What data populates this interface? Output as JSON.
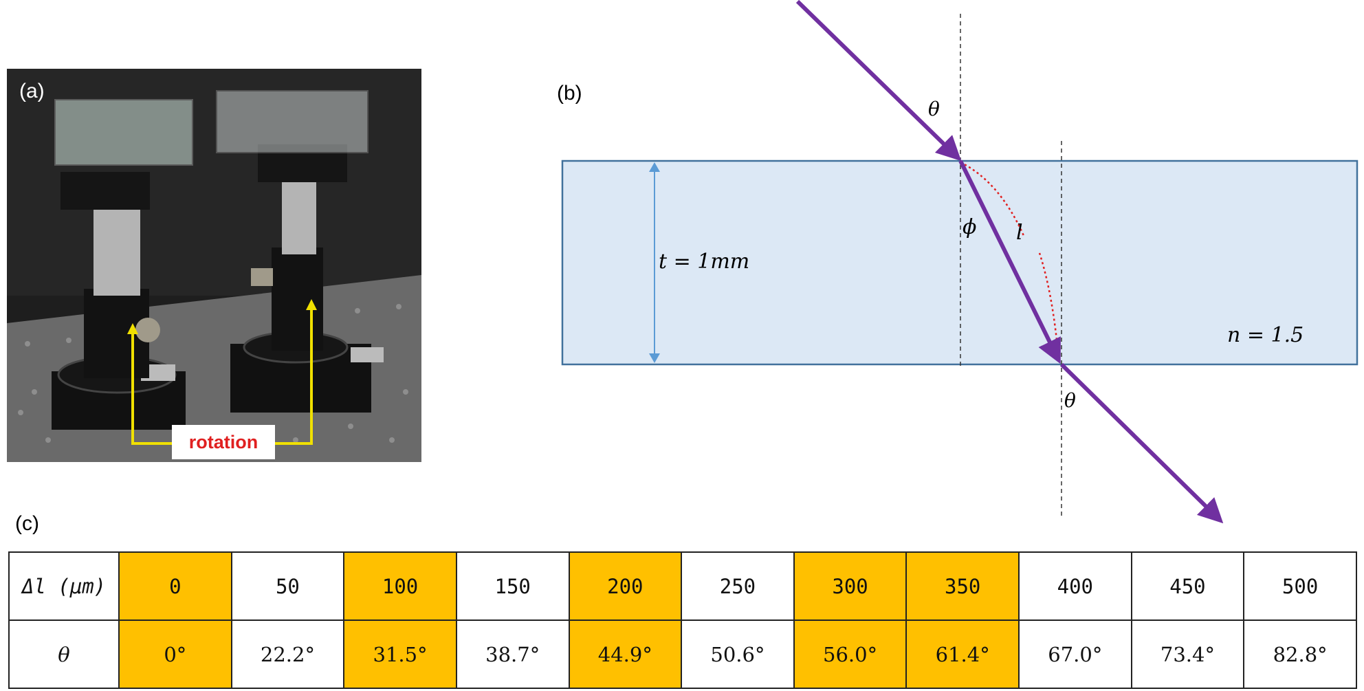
{
  "panels": {
    "a": {
      "label": "(a)",
      "annotation": "rotation"
    },
    "b": {
      "label": "(b)",
      "theta_in": "θ",
      "phi": "ϕ",
      "path": "l",
      "thickness": "t = 1mm",
      "index": "n = 1.5",
      "theta_out": "θ"
    },
    "c": {
      "label": "(c)"
    }
  },
  "table": {
    "row1_header": "Δl (μm)",
    "row2_header": "θ",
    "row1": [
      "0",
      "50",
      "100",
      "150",
      "200",
      "250",
      "300",
      "350",
      "400",
      "450",
      "500"
    ],
    "row2": [
      "0°",
      "22.2°",
      "31.5°",
      "38.7°",
      "44.9°",
      "50.6°",
      "56.0°",
      "61.4°",
      "67.0°",
      "73.4°",
      "82.8°"
    ],
    "highlighted": [
      true,
      false,
      true,
      false,
      true,
      false,
      true,
      true,
      false,
      false,
      false
    ]
  },
  "colors": {
    "ray": "#7030a0",
    "slab_fill": "#dce8f5",
    "slab_border": "#41719c",
    "thickness_arrow": "#5b9bd5",
    "path_arc": "#e02020",
    "highlight": "#ffc000",
    "rotation_label": "#e02020",
    "rotation_arrows": "#f0e000"
  }
}
